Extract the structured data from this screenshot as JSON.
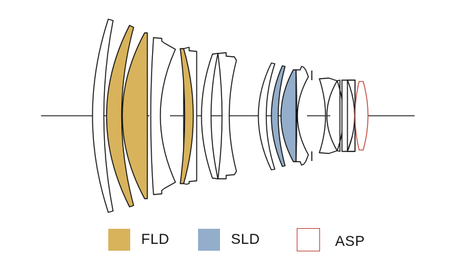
{
  "colors": {
    "fld": "#d8b35c",
    "sld": "#93adca",
    "asp": "#c0473a",
    "plain": "#ffffff",
    "line": "#111111"
  },
  "legend": [
    {
      "label": "FLD",
      "kind": "fld"
    },
    {
      "label": "SLD",
      "kind": "sld"
    },
    {
      "label": "ASP",
      "kind": "asp"
    }
  ]
}
